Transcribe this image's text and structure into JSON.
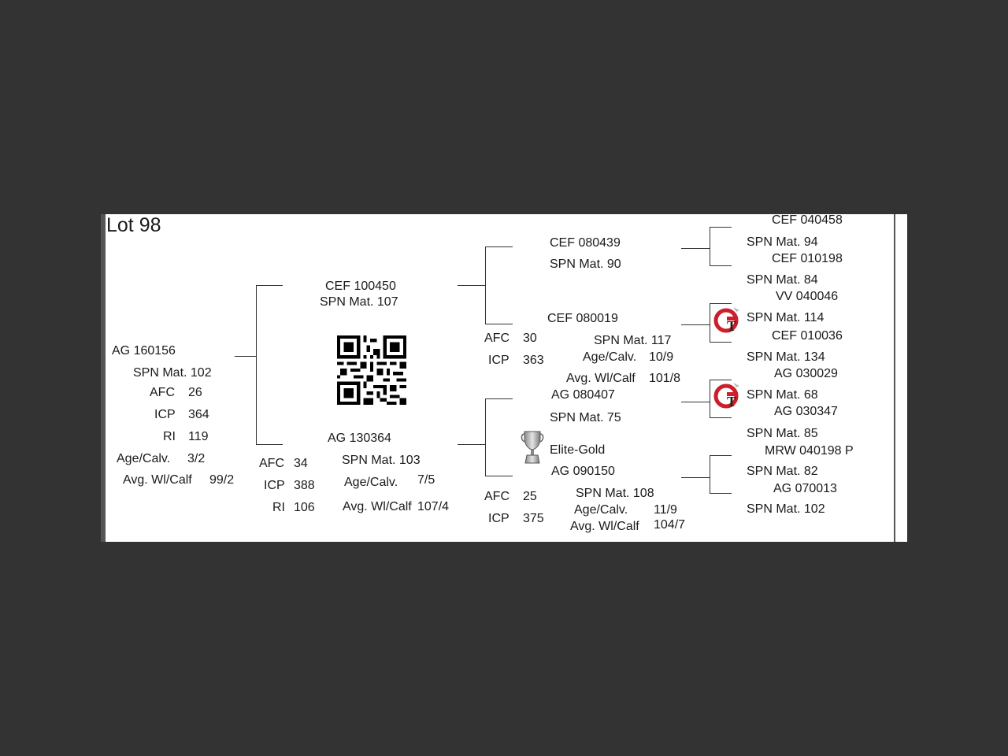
{
  "lot_title": "Lot 98",
  "animal": {
    "id": "AG  160156",
    "spn": "SPN Mat. 102",
    "afc_label": "AFC",
    "afc": "26",
    "icp_label": "ICP",
    "icp": "364",
    "ri_label": "RI",
    "ri": "119",
    "age_label": "Age/Calv.",
    "age": "3/2",
    "avg_label": "Avg. Wl/Calf",
    "avg": "99/2"
  },
  "sire": {
    "id": "CEF 100450",
    "spn": "SPN Mat. 107"
  },
  "dam": {
    "id": "AG  130364",
    "spn": "SPN Mat. 103",
    "afc_label": "AFC",
    "afc": "34",
    "icp_label": "ICP",
    "icp": "388",
    "ri_label": "RI",
    "ri": "106",
    "age_label": "Age/Calv.",
    "age": "7/5",
    "avg_label": "Avg. Wl/Calf",
    "avg": "107/4"
  },
  "sire_sire": {
    "id": "CEF 080439",
    "spn": "SPN Mat. 90"
  },
  "sire_dam": {
    "id": "CEF 080019",
    "spn": "SPN Mat. 117",
    "afc_label": "AFC",
    "afc": "30",
    "icp_label": "ICP",
    "icp": "363",
    "age_label": "Age/Calv.",
    "age": "10/9",
    "avg_label": "Avg. Wl/Calf",
    "avg": "101/8"
  },
  "dam_sire": {
    "id": "AG  080407",
    "spn": "SPN Mat. 75"
  },
  "dam_dam": {
    "award": "Elite-Gold",
    "id": "AG  090150",
    "spn": "SPN Mat. 108",
    "afc_label": "AFC",
    "afc": "25",
    "icp_label": "ICP",
    "icp": "375",
    "age_label": "Age/Calv.",
    "age": "11/9",
    "avg_label": "Avg. Wl/Calf",
    "avg": "104/7"
  },
  "great_grandparents": [
    {
      "id": "CEF 040458",
      "spn": "SPN Mat. 94"
    },
    {
      "id": "CEF 010198",
      "spn": "SPN Mat. 84"
    },
    {
      "id": "VV  040046",
      "spn": "SPN Mat. 114"
    },
    {
      "id": "CEF 010036",
      "spn": "SPN Mat. 134"
    },
    {
      "id": "AG  030029",
      "spn": "SPN Mat. 68"
    },
    {
      "id": "AG  030347",
      "spn": "SPN Mat. 85"
    },
    {
      "id": "MRW 040198  P",
      "spn": "SPN Mat. 82"
    },
    {
      "id": "AG  070013",
      "spn": "SPN Mat. 102"
    }
  ],
  "icons": {
    "qr": "qr-code-icon",
    "gt_badge": "gt-logo-icon",
    "trophy": "trophy-icon"
  },
  "colors": {
    "background": "#333333",
    "card": "#ffffff",
    "badge_red": "#cc1f2b"
  }
}
